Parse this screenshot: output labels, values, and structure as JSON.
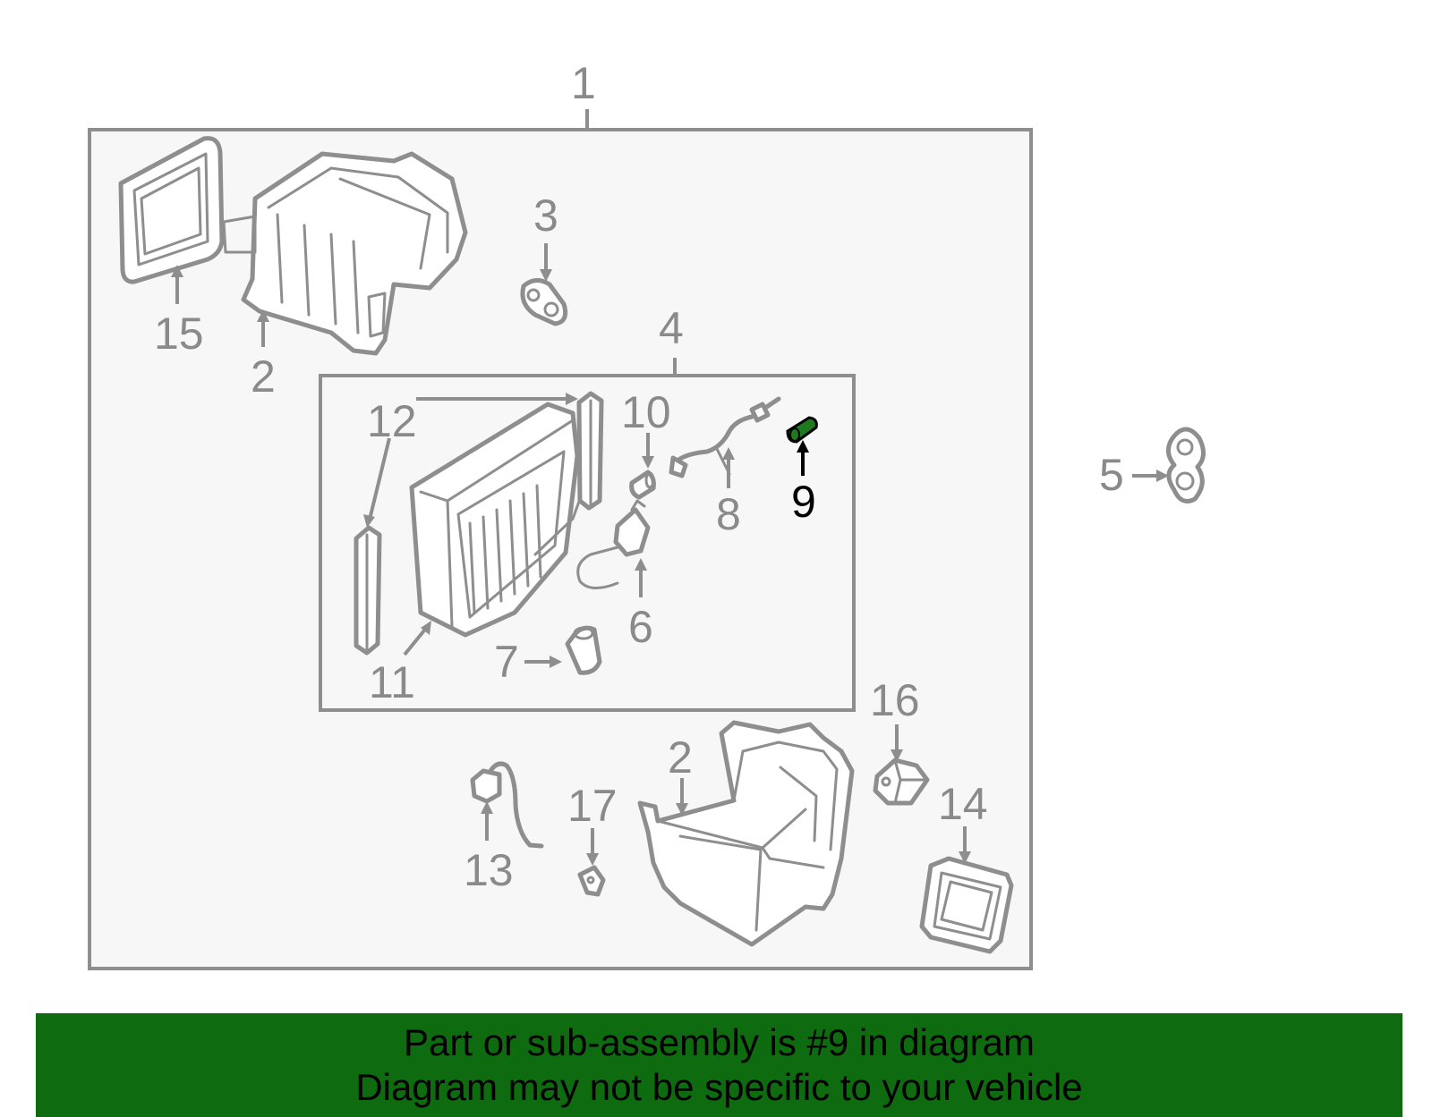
{
  "diagram": {
    "callouts": {
      "c1": "1",
      "c2a": "2",
      "c2b": "2",
      "c3": "3",
      "c4": "4",
      "c5": "5",
      "c6": "6",
      "c7": "7",
      "c8": "8",
      "c9": "9",
      "c10": "10",
      "c11": "11",
      "c12": "12",
      "c13": "13",
      "c14": "14",
      "c15": "15",
      "c16": "16",
      "c17": "17"
    },
    "highlight_part": "9",
    "colors": {
      "highlight": "#1f7a1f",
      "banner_bg": "#0f6b0f",
      "frame_fill": "#f7f7f7",
      "frame_stroke": "#8e8e8e"
    }
  },
  "banner": {
    "line1": "Part or sub-assembly is #9 in diagram",
    "line2": "Diagram may not be specific to your vehicle"
  }
}
